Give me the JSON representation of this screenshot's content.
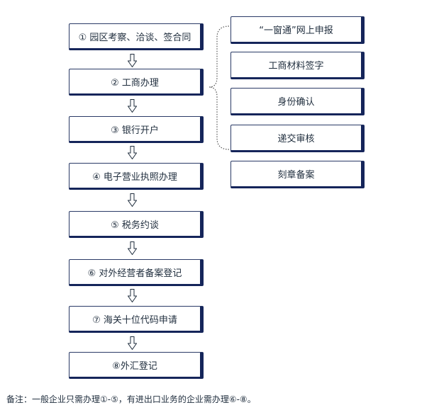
{
  "steps": [
    "① 园区考察、洽谈、签合同",
    "② 工商办理",
    "③ 银行开户",
    "④ 电子营业执照办理",
    "⑤ 税务约谈",
    "⑥ 对外经营者备案登记",
    "⑦ 海关十位代码申请",
    "⑧外汇登记"
  ],
  "substeps": [
    "“一窗通”网上申报",
    "工商材料签字",
    "身份确认",
    "递交审核",
    "刻章备案"
  ],
  "note": "备注：一般企业只需办理①-⑤，有进出口业务的企业需办理⑥-⑧。"
}
